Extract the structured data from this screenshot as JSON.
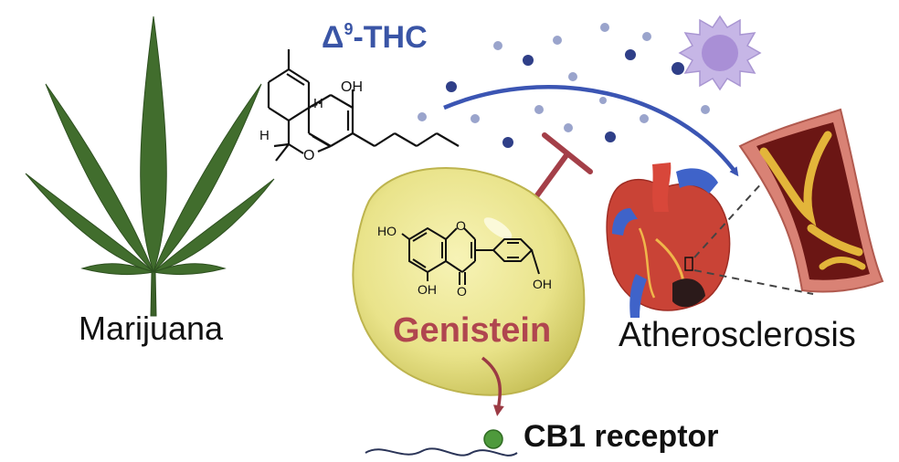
{
  "labels": {
    "thc_delta": "Δ",
    "thc_sup": "9",
    "thc_rest": "-THC",
    "marijuana": "Marijuana",
    "genistein": "Genistein",
    "atherosclerosis": "Atherosclerosis",
    "cb1_receptor": "CB1 receptor"
  },
  "thc_atoms": {
    "oh": "OH",
    "h1": "H",
    "h2": "H",
    "o": "O"
  },
  "genistein_atoms": {
    "oh_top": "HO",
    "o_ring": "O",
    "oh_bottom": "OH",
    "o_keto": "O",
    "oh_right": "OH"
  },
  "colors": {
    "thc_blue": "#3a55a6",
    "genistein_red": "#b0464f",
    "leaf_green": "#3f6b2c",
    "bean_yellow": "#e9e38a",
    "receptor_green": "#4e9a3c"
  }
}
